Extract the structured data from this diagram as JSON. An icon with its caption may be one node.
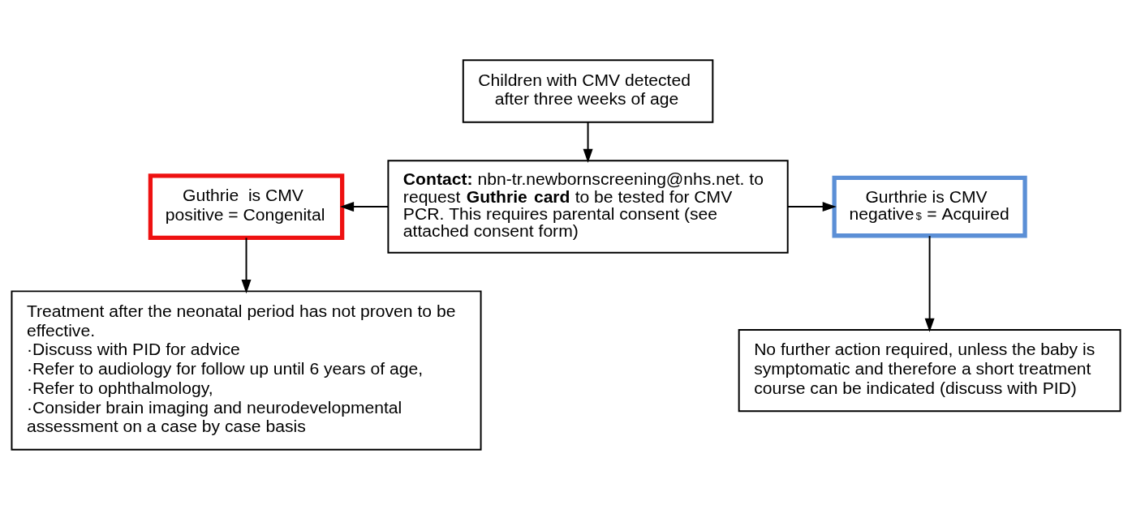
{
  "diagram": {
    "nodes": [
      {
        "text": [
          "Children with CMV detected after three weeks of age"
        ]
      },
      {
        "text": [
          "Guthrie  is CMV positive = Congenital"
        ]
      },
      {
        "text": [
          "**Contact:** nbn-tr.newbornscreening@nhs.net. to request **Guthrie card** to be tested for CMV PCR. This requires parental consent (see attached consent form)"
        ]
      },
      {
        "text": [
          "Gurthrie is CMV negative$^{$}$ = Acquired"
        ]
      },
      {
        "text": [
          "Treatment after the neonatal period has not proven to be effective.",
          "·Discuss with PID for advice",
          "·Refer to audiology for follow up until 6 years of age,",
          "·Refer to ophthalmology,",
          "·Consider brain imaging and neurodevelopmental assessment on a case by case basis"
        ]
      },
      {
        "text": [
          "No further action required, unless the baby is symptomatic and therefore a short treatment course can be indicated (discuss with PID)"
        ]
      }
    ],
    "edges": [
      {
        "from": 0,
        "to": 2,
        "arrow": "to"
      },
      {
        "from": 2,
        "to": 1,
        "arrow": "to"
      },
      {
        "from": 2,
        "to": 3,
        "arrow": "to"
      },
      {
        "from": 1,
        "to": 4,
        "arrow": "to"
      },
      {
        "from": 3,
        "to": 5,
        "arrow": "to"
      }
    ]
  }
}
